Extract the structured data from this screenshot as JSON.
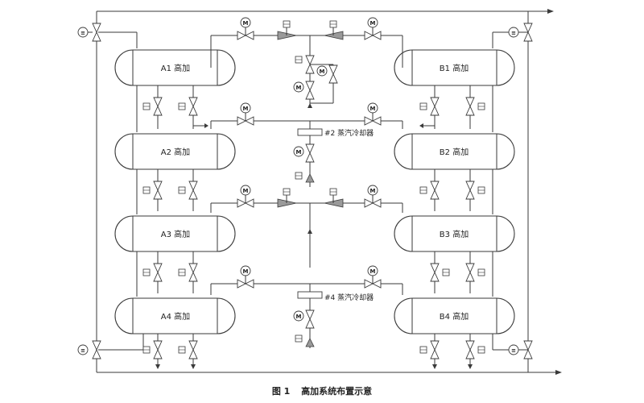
{
  "heaters_left": [
    "A1 高加",
    "A2 高加",
    "A3 高加",
    "A4 高加"
  ],
  "heaters_right": [
    "B1 高加",
    "B2 高加",
    "B3 高加",
    "B4 高加"
  ],
  "steam_cooler_2": "#2 蒸汽冷却器",
  "steam_cooler_4": "#4 蒸汽冷却器",
  "motor_symbol": "M",
  "bypass_symbol": "≡",
  "caption": {
    "figure": "图 1",
    "title": "高加系统布置示意"
  }
}
